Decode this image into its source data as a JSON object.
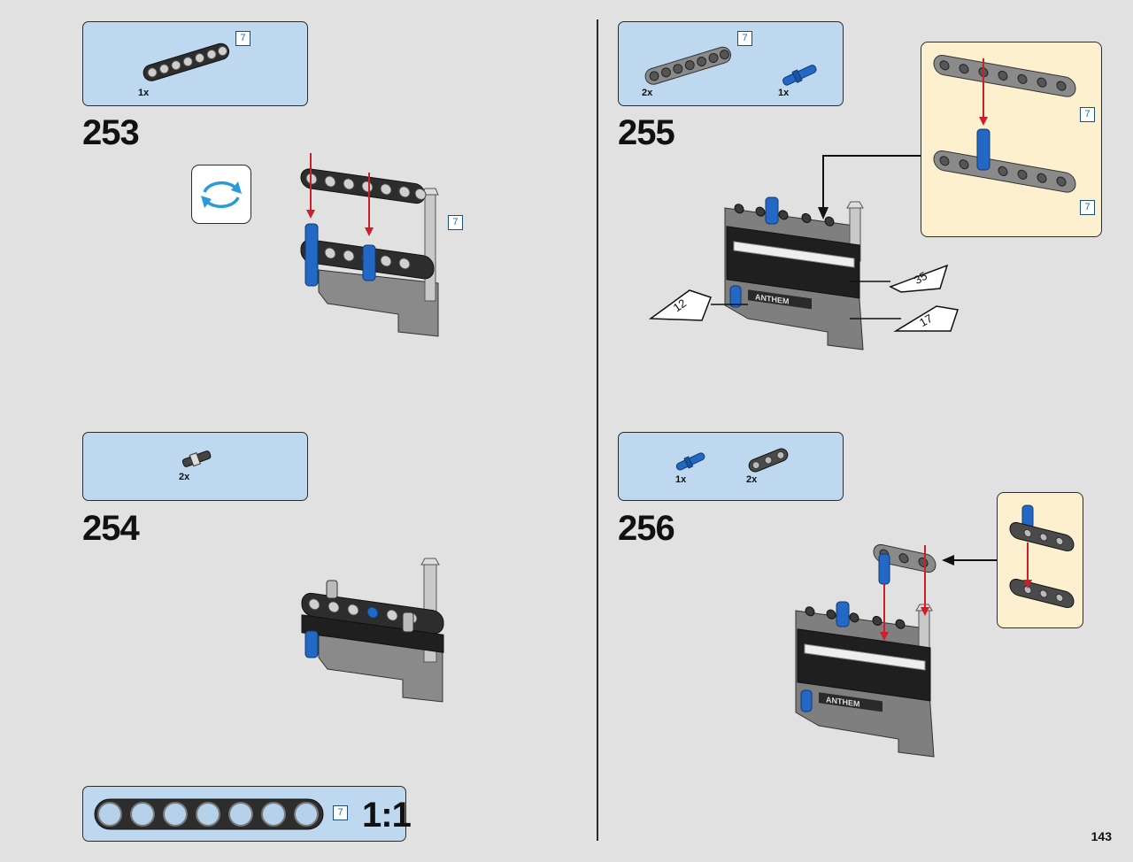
{
  "page_number": "143",
  "steps": [
    {
      "number": "253",
      "parts": [
        {
          "quantity": "1x",
          "length_badge": "7"
        }
      ],
      "model_badges": [
        "7"
      ]
    },
    {
      "number": "254",
      "parts": [
        {
          "quantity": "2x"
        }
      ]
    },
    {
      "number": "255",
      "parts": [
        {
          "quantity": "2x",
          "length_badge": "7"
        },
        {
          "quantity": "1x"
        }
      ],
      "subassembly_badges": [
        "7",
        "7"
      ],
      "sticker_labels": [
        "35",
        "12",
        "17"
      ],
      "brand_text": "ANTHEM"
    },
    {
      "number": "256",
      "parts": [
        {
          "quantity": "1x"
        },
        {
          "quantity": "2x"
        }
      ],
      "brand_text": "ANTHEM"
    }
  ],
  "ruler": {
    "length_badge": "7",
    "scale": "1:1"
  },
  "colors": {
    "callout_bg": "#bed8ef",
    "subassembly_bg": "#fcf0cf",
    "badge_text": "#1a6cb0",
    "arrow_red": "#cc1f2a",
    "part_blue": "#2368c4",
    "beam_black": "#2d2d2d",
    "beam_grey": "#8a8a8a"
  },
  "icons": [
    "rotate-model-icon",
    "part-arrow-icon"
  ]
}
